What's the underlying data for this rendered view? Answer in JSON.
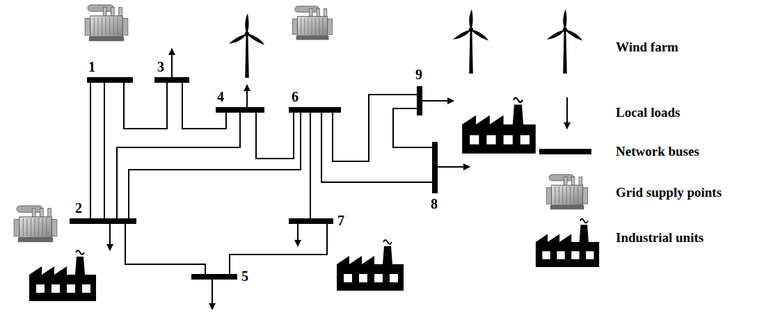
{
  "diagram": {
    "nodes": [
      {
        "text": [
          "1"
        ]
      },
      {
        "text": [
          "3"
        ]
      },
      {
        "text": [
          "4"
        ]
      },
      {
        "text": [
          "6"
        ]
      },
      {
        "text": [
          "9"
        ]
      },
      {
        "text": [
          "8"
        ]
      },
      {
        "text": [
          "2"
        ]
      },
      {
        "text": [
          "7"
        ]
      },
      {
        "text": [
          "5"
        ]
      }
    ],
    "edges": [
      {
        "from": 0,
        "to": 6,
        "arrow": "none"
      },
      {
        "from": 0,
        "to": 6,
        "arrow": "none"
      },
      {
        "from": 0,
        "to": 1,
        "arrow": "none"
      },
      {
        "from": 1,
        "to": 2,
        "arrow": "none"
      },
      {
        "from": 2,
        "to": 6,
        "arrow": "none"
      },
      {
        "from": 2,
        "to": 3,
        "arrow": "none"
      },
      {
        "from": 3,
        "to": 6,
        "arrow": "none"
      },
      {
        "from": 3,
        "to": 7,
        "arrow": "none"
      },
      {
        "from": 3,
        "to": 4,
        "arrow": "none"
      },
      {
        "from": 3,
        "to": 5,
        "arrow": "none"
      },
      {
        "from": 4,
        "to": 5,
        "arrow": "none"
      },
      {
        "from": 6,
        "to": 8,
        "arrow": "none"
      },
      {
        "from": 8,
        "to": 7,
        "arrow": "none"
      }
    ],
    "legend": [
      {
        "text": "Wind farm"
      },
      {
        "text": "Local loads"
      },
      {
        "text": "Network buses"
      },
      {
        "text": "Grid supply points"
      },
      {
        "text": "Industrial units"
      }
    ]
  }
}
